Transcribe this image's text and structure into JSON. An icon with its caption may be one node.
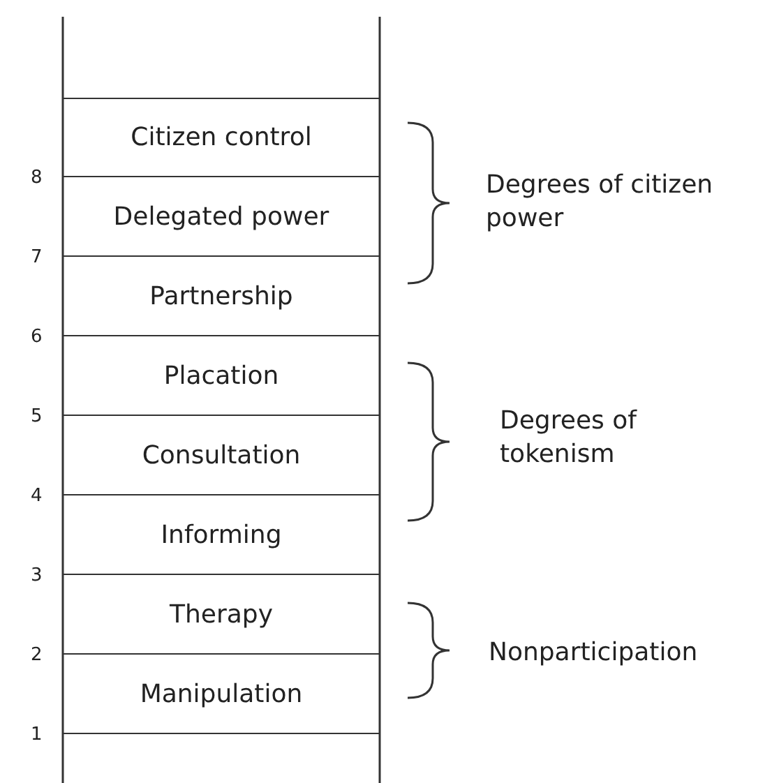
{
  "diagram": {
    "nodes": [
      {
        "text": [
          "Citizen control"
        ]
      },
      {
        "text": [
          "Delegated power"
        ]
      },
      {
        "text": [
          "Partnership"
        ]
      },
      {
        "text": [
          "Placation"
        ]
      },
      {
        "text": [
          "Consultation"
        ]
      },
      {
        "text": [
          "Informing"
        ]
      },
      {
        "text": [
          "Therapy"
        ]
      },
      {
        "text": [
          "Manipulation"
        ]
      }
    ],
    "edges": [],
    "labels": [
      "8",
      "7",
      "6",
      "5",
      "4",
      "3",
      "2",
      "1",
      "Degrees of citizen power",
      "Degrees of tokenism",
      "Nonparticipation"
    ]
  }
}
